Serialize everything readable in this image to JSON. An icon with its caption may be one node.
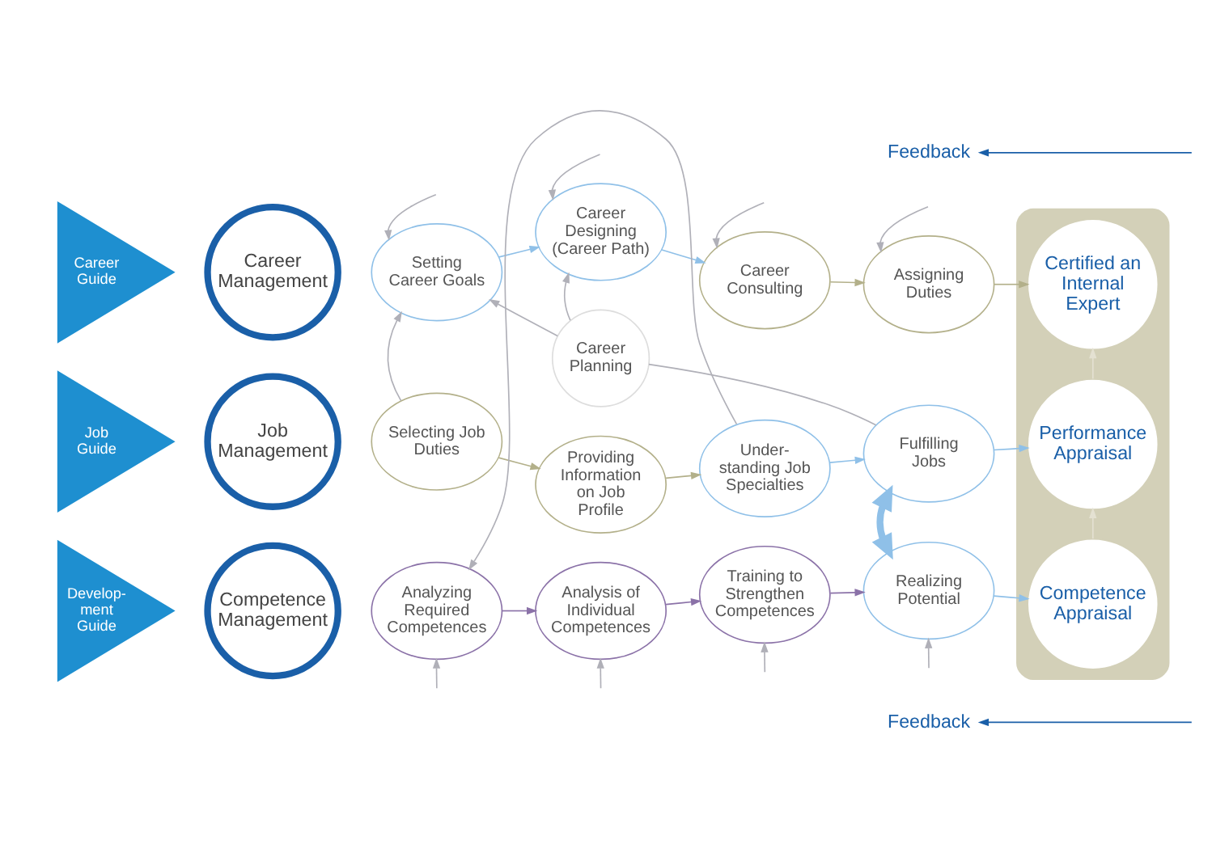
{
  "diagram": {
    "nodes": [
      {
        "text": [
          "Feedback"
        ]
      },
      {
        "text": [],
        "shape": "bar"
      },
      {
        "text": [
          "Career Guide"
        ]
      },
      {
        "text": [
          "Career Management"
        ]
      },
      {
        "text": [
          "Setting Career Goals"
        ]
      },
      {
        "text": [
          "Career Designing (Career Path)"
        ]
      },
      {
        "text": [
          "Career Consulting"
        ]
      },
      {
        "text": [
          "Assigning Duties"
        ]
      },
      {
        "text": [
          "Certified an Internal Expert"
        ],
        "in": 1
      },
      {
        "text": [
          "Career Planning"
        ]
      },
      {
        "text": [
          "Job Guide"
        ]
      },
      {
        "text": [
          "Job Management"
        ]
      },
      {
        "text": [
          "Selecting Job Duties"
        ]
      },
      {
        "text": [
          "Providing Information on Job Profile"
        ]
      },
      {
        "text": [
          "Under- standing Job Specialties"
        ]
      },
      {
        "text": [
          "Fulfilling Jobs"
        ]
      },
      {
        "text": [
          "Performance Appraisal"
        ],
        "in": 1
      },
      {
        "text": [
          "Develop- ment Guide"
        ]
      },
      {
        "text": [
          "Competence Management"
        ]
      },
      {
        "text": [
          "Analyzing Required Competences"
        ]
      },
      {
        "text": [
          "Analysis of Individual Competences"
        ]
      },
      {
        "text": [
          "Training to Strengthen Competences"
        ]
      },
      {
        "text": [
          "Realizing Potential"
        ]
      },
      {
        "text": [
          "Competence Appraisal"
        ],
        "in": 1
      },
      {
        "text": [
          "Feedback"
        ]
      }
    ],
    "edges": [
      {
        "from": null,
        "to": 0,
        "arrow": "to",
        "color": "#1a5fa8"
      },
      {
        "from": null,
        "to": 4,
        "arrow": "to"
      },
      {
        "from": null,
        "to": 5,
        "arrow": "to"
      },
      {
        "from": null,
        "to": 6,
        "arrow": "to"
      },
      {
        "from": null,
        "to": 7,
        "arrow": "to"
      },
      {
        "from": 4,
        "to": 5,
        "arrow": "to",
        "color": "#8fc0e8"
      },
      {
        "from": 5,
        "to": 6,
        "arrow": "to",
        "color": "#8fc0e8"
      },
      {
        "from": 6,
        "to": 7,
        "arrow": "to",
        "color": "#b3b08a"
      },
      {
        "from": 7,
        "to": 8,
        "arrow": "to",
        "color": "#b3b08a"
      },
      {
        "from": 9,
        "to": 4,
        "arrow": "to"
      },
      {
        "from": 9,
        "to": 5,
        "arrow": "to"
      },
      {
        "from": 12,
        "to": 4,
        "arrow": "to"
      },
      {
        "from": 9,
        "to": 15,
        "arrow": "none"
      },
      {
        "from": 16,
        "to": 8,
        "arrow": "to",
        "color": "#e4e1d2"
      },
      {
        "from": 12,
        "to": 13,
        "arrow": "to",
        "color": "#b3b08a"
      },
      {
        "from": 13,
        "to": 14,
        "arrow": "to",
        "color": "#b3b08a"
      },
      {
        "from": 14,
        "to": 15,
        "arrow": "to",
        "color": "#8fc0e8"
      },
      {
        "from": 15,
        "to": 16,
        "arrow": "to",
        "color": "#8fc0e8"
      },
      {
        "from": 14,
        "to": 19,
        "arrow": "to"
      },
      {
        "from": 15,
        "to": 22,
        "arrow": "both",
        "style": "thick",
        "color": "#8fc0e8"
      },
      {
        "from": 23,
        "to": 16,
        "arrow": "to",
        "color": "#e4e1d2"
      },
      {
        "from": 19,
        "to": 20,
        "arrow": "to",
        "color": "#8b72a8"
      },
      {
        "from": 20,
        "to": 21,
        "arrow": "to",
        "color": "#8b72a8"
      },
      {
        "from": 21,
        "to": 22,
        "arrow": "to",
        "color": "#8b72a8"
      },
      {
        "from": 22,
        "to": 23,
        "arrow": "to",
        "color": "#8fc0e8"
      },
      {
        "from": null,
        "to": 19,
        "arrow": "to"
      },
      {
        "from": null,
        "to": 20,
        "arrow": "to"
      },
      {
        "from": null,
        "to": 21,
        "arrow": "to"
      },
      {
        "from": null,
        "to": 22,
        "arrow": "to"
      },
      {
        "from": null,
        "to": 24,
        "arrow": "to",
        "color": "#1a5fa8"
      }
    ]
  }
}
